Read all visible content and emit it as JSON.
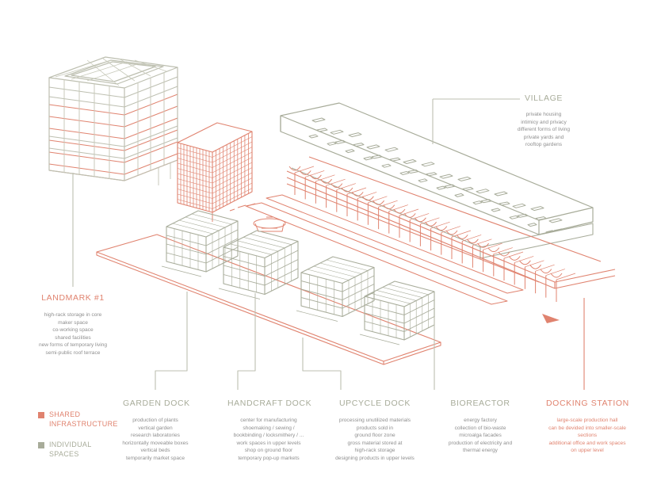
{
  "colors": {
    "shared": "#e0836f",
    "individual": "#a8ac9a",
    "text_grey": "#8f8f8f",
    "line_grey": "#bdbfb0"
  },
  "village": {
    "title": "VILLAGE",
    "lines": [
      "private housing",
      "intimicy and privacy",
      "different forms of living",
      "private yards and",
      "rooftop gardens"
    ]
  },
  "landmark": {
    "title": "LANDMARK #1",
    "lines": [
      "high-rack storage in core",
      "maker space",
      "co-working space",
      "shared facilities",
      "new forms of temporary living",
      "semi-public roof terrace"
    ]
  },
  "garden_dock": {
    "title": "GARDEN DOCK",
    "lines": [
      "production of plants",
      "vertical garden",
      "research laboratories",
      "horizontally moveable boxes",
      "vertical beds",
      "temporarily market space"
    ]
  },
  "handcraft_dock": {
    "title": "HANDCRAFT DOCK",
    "lines": [
      "center for manufacturing",
      "shoemaking / sewing /",
      "bookbinding / locksmithery / ...",
      "work spaces in upper levels",
      "shop on ground floor",
      "temporary pop-up markets"
    ]
  },
  "upcycle_dock": {
    "title": "UPCYCLE DOCK",
    "lines": [
      "processing unutilized materials",
      "products sold in",
      "ground floor zone",
      "gross material stored at",
      "high-rack storage",
      "designing products in upper levels"
    ]
  },
  "bioreactor": {
    "title": "BIOREACTOR",
    "lines": [
      "energy factory",
      "collection of bio-waste",
      "microalga facades",
      "production of electricity and",
      "thermal energy"
    ]
  },
  "docking_station": {
    "title": "DOCKING STATION",
    "lines": [
      "large-scale production hall",
      "can be devided into smaller-scale",
      "sections",
      "additional office and work spaces",
      "on upper level"
    ]
  },
  "legend": {
    "shared": [
      "SHARED",
      "INFRASTRUCTURE"
    ],
    "individual": [
      "INDIVIDUAL",
      "SPACES"
    ]
  }
}
